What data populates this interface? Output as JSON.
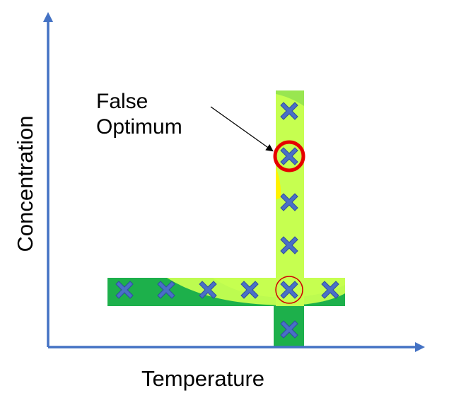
{
  "diagram": {
    "annotation": {
      "line1": "False",
      "line2": "Optimum"
    },
    "x_axis_label": "Temperature",
    "y_axis_label": "Concentration",
    "colors": {
      "axis": "#4472C4",
      "marker": "#4A6FC7",
      "marker_outline": "#2F4F9F",
      "band_dark": "#1DB04B",
      "band_light": "#C6FF50",
      "band_mid": "#99E650",
      "highlight_thick": "#E60000",
      "highlight_thin": "#D00000"
    }
  }
}
